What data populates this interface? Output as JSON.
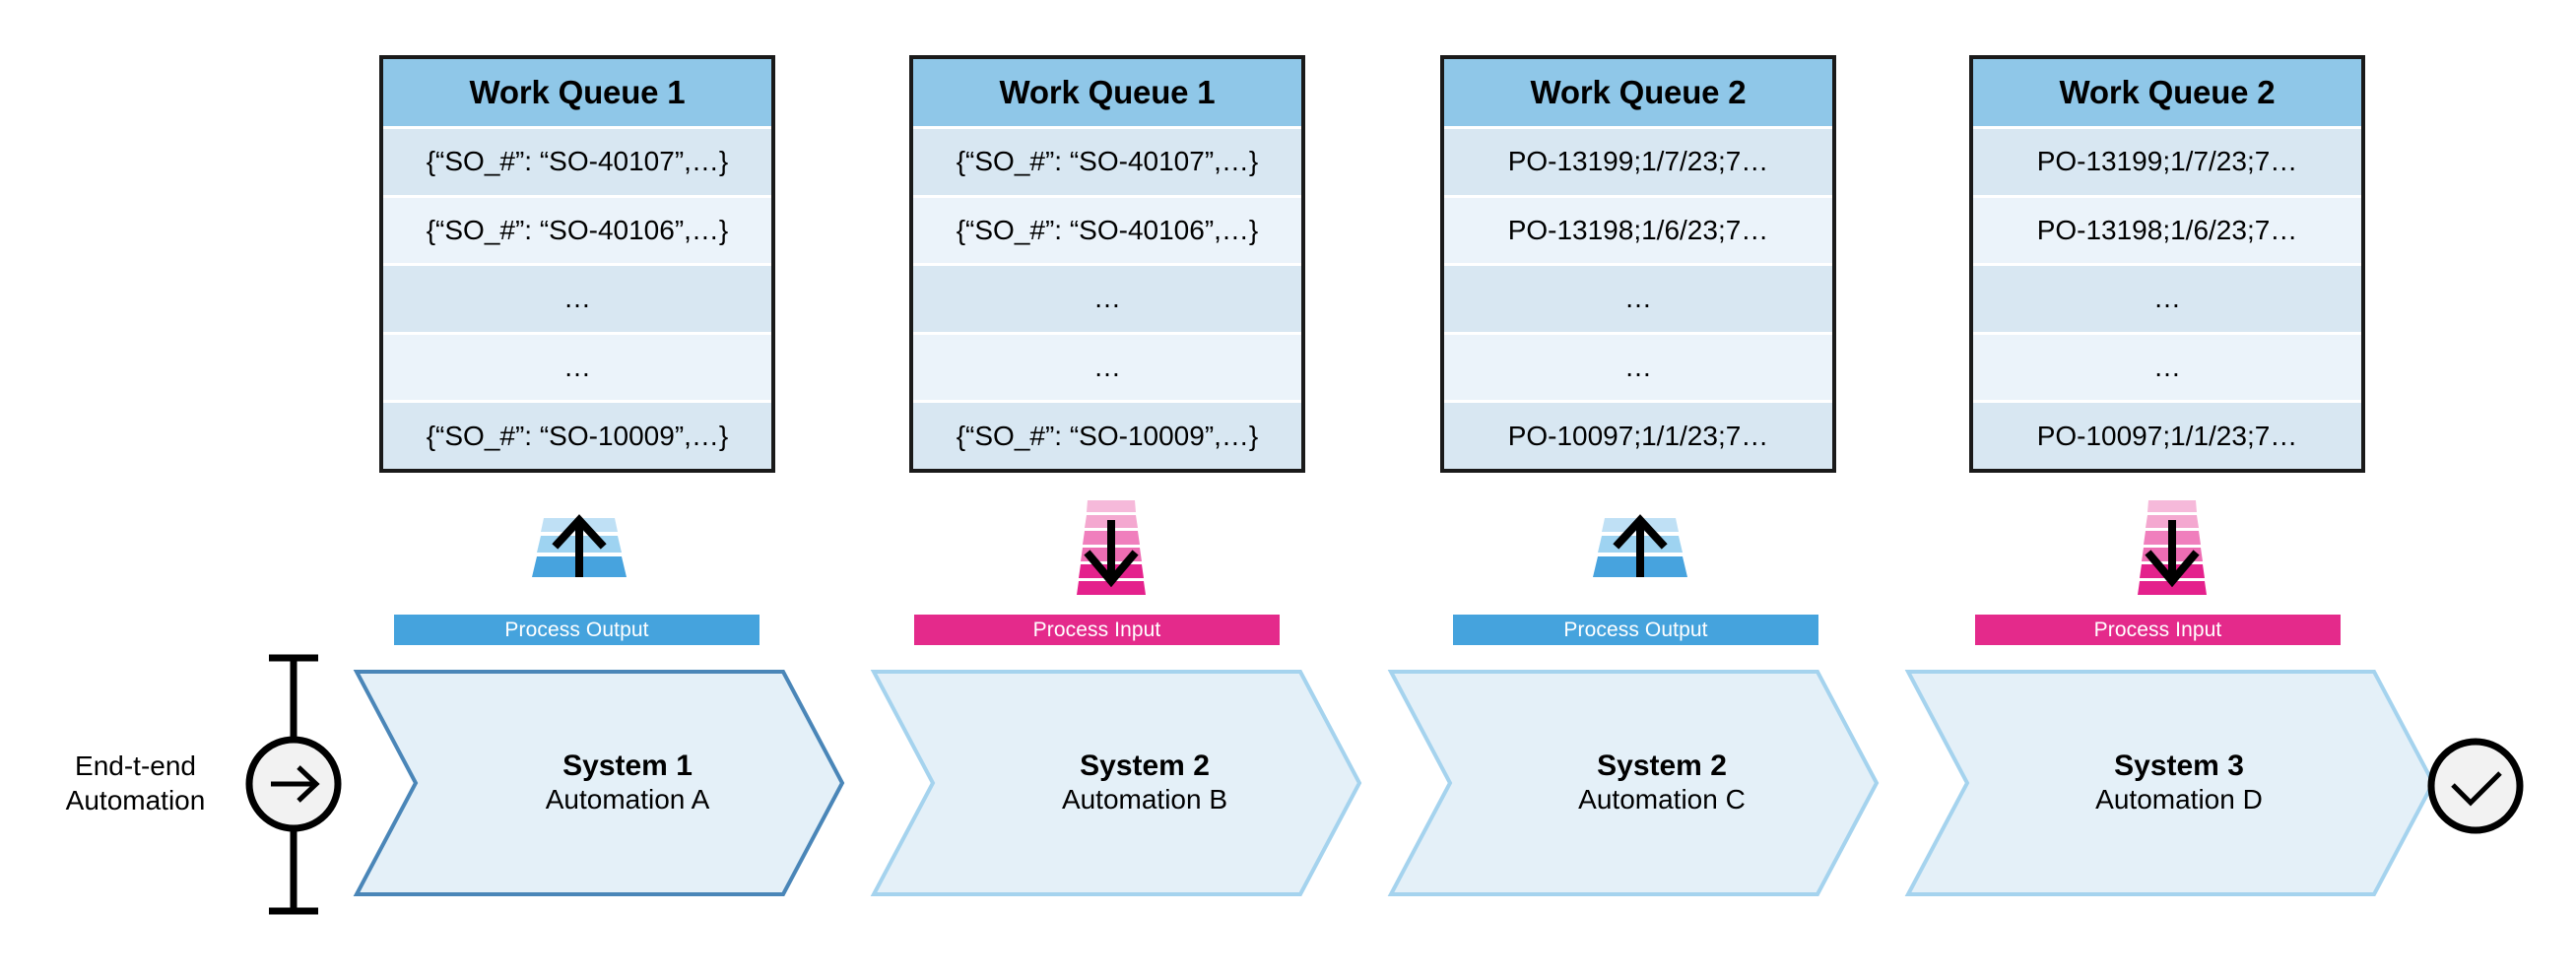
{
  "diagram": {
    "title_hidden": "End-to-end automation with work queues",
    "colors": {
      "queue_header_blue": "#8FC7E8",
      "row_even": "#D8E7F2",
      "row_odd": "#EBF3FA",
      "table_border": "#1A1A1A",
      "process_output_blue": "#45A3DD",
      "process_input_pink": "#E42A8B",
      "chevron_fill": "#E4F0F8",
      "chevron_border_dark": "#4A86B8",
      "chevron_border_light": "#A5D3EE",
      "marker_fill": "#F2F2F2",
      "marker_stroke": "#000000"
    }
  },
  "queues": [
    {
      "id": "queue-1",
      "header": "Work Queue 1",
      "rows": [
        "{“SO_#”: “SO-40107”,…}",
        "{“SO_#”: “SO-40106”,…}",
        "…",
        "…",
        "{“SO_#”: “SO-10009”,…}"
      ]
    },
    {
      "id": "queue-2",
      "header": "Work Queue 1",
      "rows": [
        "{“SO_#”: “SO-40107”,…}",
        "{“SO_#”: “SO-40106”,…}",
        "…",
        "…",
        "{“SO_#”: “SO-10009”,…}"
      ]
    },
    {
      "id": "queue-3",
      "header": "Work Queue 2",
      "rows": [
        "PO-13199;1/7/23;7…",
        "PO-13198;1/6/23;7…",
        "…",
        "…",
        "PO-10097;1/1/23;7…"
      ]
    },
    {
      "id": "queue-4",
      "header": "Work Queue 2",
      "rows": [
        "PO-13199;1/7/23;7…",
        "PO-13198;1/6/23;7…",
        "…",
        "…",
        "PO-10097;1/1/23;7…"
      ]
    }
  ],
  "connectors": [
    {
      "id": "connector-1",
      "label": "Process Output",
      "direction": "up",
      "icon": "stack-up-arrow-icon",
      "kind": "output"
    },
    {
      "id": "connector-2",
      "label": "Process Input",
      "direction": "down",
      "icon": "stack-down-arrow-icon",
      "kind": "input"
    },
    {
      "id": "connector-3",
      "label": "Process Output",
      "direction": "up",
      "icon": "stack-up-arrow-icon",
      "kind": "output"
    },
    {
      "id": "connector-4",
      "label": "Process Input",
      "direction": "down",
      "icon": "stack-down-arrow-icon",
      "kind": "input"
    }
  ],
  "steps": [
    {
      "id": "step-1",
      "system": "System 1",
      "automation": "Automation A"
    },
    {
      "id": "step-2",
      "system": "System 2",
      "automation": "Automation B"
    },
    {
      "id": "step-3",
      "system": "System 2",
      "automation": "Automation C"
    },
    {
      "id": "step-4",
      "system": "System 3",
      "automation": "Automation D"
    }
  ],
  "end_to_end": {
    "label": "End-t-end\nAutomation",
    "start_marker_icon": "arrow-right-circle-icon",
    "end_marker_icon": "check-circle-icon"
  }
}
